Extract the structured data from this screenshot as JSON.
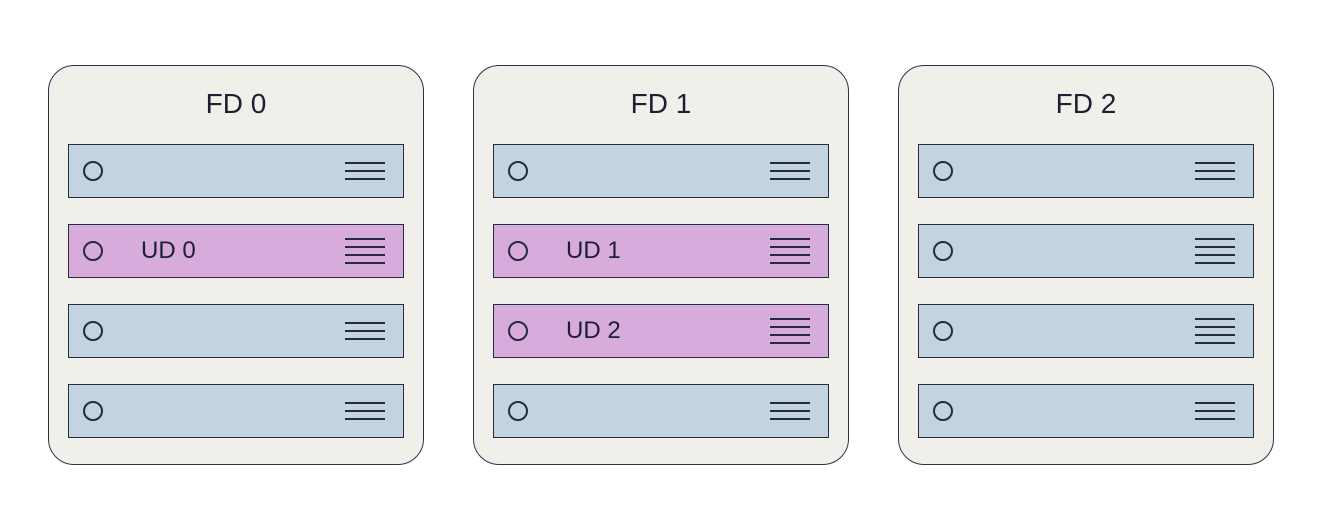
{
  "diagram": {
    "fault_domains": [
      {
        "title": "FD 0",
        "servers": [
          {
            "label": "",
            "highlighted": false,
            "vent_lines": 3
          },
          {
            "label": "UD 0",
            "highlighted": true,
            "vent_lines": 4
          },
          {
            "label": "",
            "highlighted": false,
            "vent_lines": 3
          },
          {
            "label": "",
            "highlighted": false,
            "vent_lines": 3
          }
        ]
      },
      {
        "title": "FD 1",
        "servers": [
          {
            "label": "",
            "highlighted": false,
            "vent_lines": 3
          },
          {
            "label": "UD 1",
            "highlighted": true,
            "vent_lines": 4
          },
          {
            "label": "UD 2",
            "highlighted": true,
            "vent_lines": 4
          },
          {
            "label": "",
            "highlighted": false,
            "vent_lines": 3
          }
        ]
      },
      {
        "title": "FD 2",
        "servers": [
          {
            "label": "",
            "highlighted": false,
            "vent_lines": 3
          },
          {
            "label": "",
            "highlighted": false,
            "vent_lines": 4
          },
          {
            "label": "",
            "highlighted": false,
            "vent_lines": 4
          },
          {
            "label": "",
            "highlighted": false,
            "vent_lines": 3
          }
        ]
      }
    ],
    "icons": {
      "circle-icon": "outlined-circle",
      "vent-lines-icon": "stack-of-horizontal-lines"
    },
    "colors": {
      "card_bg": "#f1efe9",
      "card_border": "#2f3245",
      "server_bg": "#c3d4e0",
      "server_highlight_bg": "#d8abdd",
      "stroke": "#262b3f",
      "text": "#1c2030"
    }
  }
}
